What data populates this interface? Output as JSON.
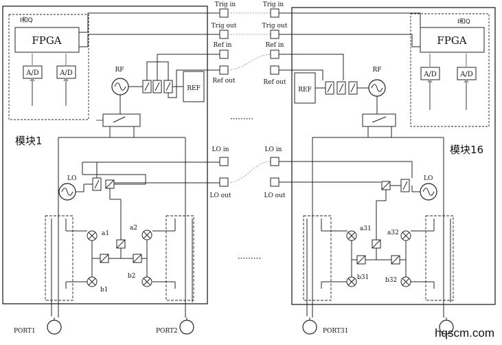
{
  "module_left": {
    "name": "模块1",
    "iq_label": "I和Q",
    "fpga": "FPGA",
    "adc": [
      "A/D",
      "A/D"
    ],
    "rf": "RF",
    "ref": "REF",
    "lo": "LO"
  },
  "module_right": {
    "name": "模块16",
    "iq_label": "I和Q",
    "fpga": "FPGA",
    "adc": [
      "A/D",
      "A/D"
    ],
    "rf": "RF",
    "ref": "REF",
    "lo": "LO"
  },
  "ports_left": [
    "Trig in",
    "Trig out",
    "Ref in",
    "Ref out",
    "LO in",
    "LO out"
  ],
  "ports_right": [
    "Trig in",
    "Trig out",
    "Ref in",
    "Ref out",
    "LO in",
    "LO out"
  ],
  "receivers_left": [
    "a1",
    "a2",
    "b1",
    "b2"
  ],
  "receivers_right": [
    "a31",
    "a32",
    "b31",
    "b32"
  ],
  "test_ports": [
    "PORT1",
    "PORT2",
    "PORT31"
  ],
  "ellipsis": "·········",
  "watermark": "hqscm.com"
}
